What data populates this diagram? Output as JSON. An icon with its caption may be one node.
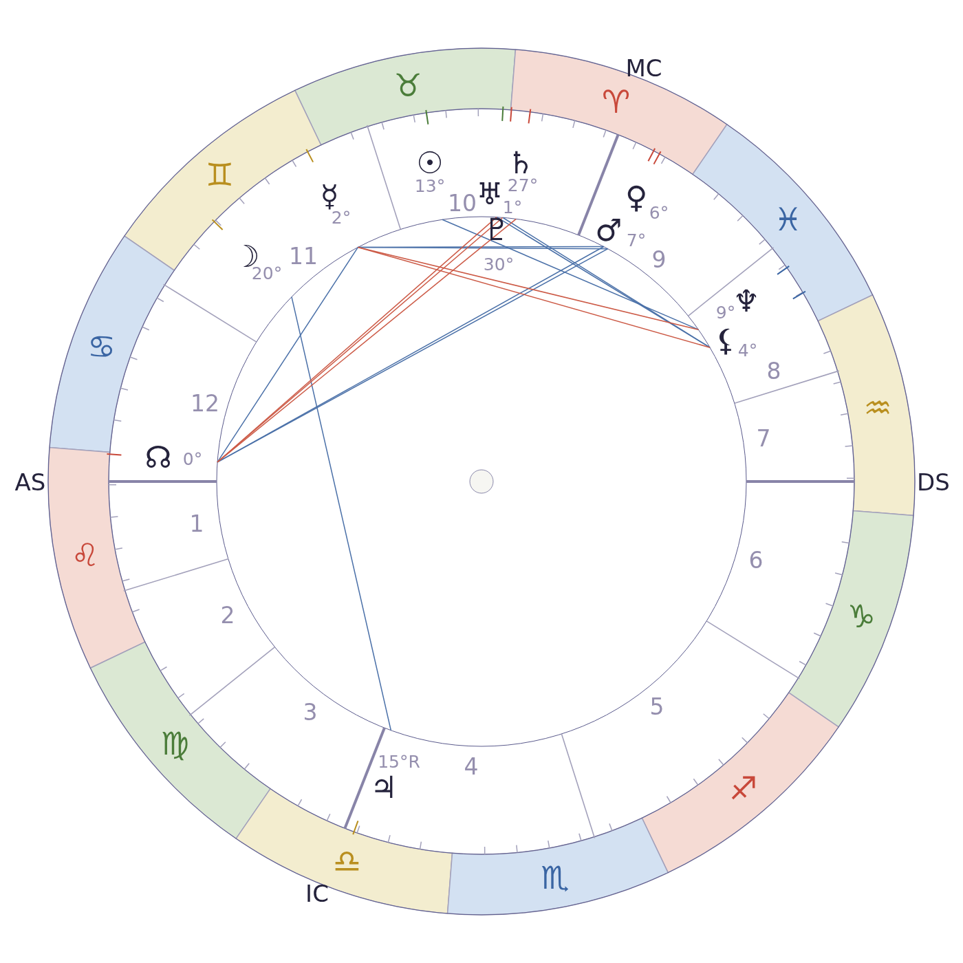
{
  "diagram": {
    "nodes": [
      {
        "text": [
          "♉"
        ]
      },
      {
        "text": [
          "♈"
        ]
      },
      {
        "text": [
          "♊"
        ]
      },
      {
        "text": [
          "♓"
        ]
      },
      {
        "text": [
          "♋"
        ]
      },
      {
        "text": [
          "♒"
        ]
      },
      {
        "text": [
          "♌"
        ]
      },
      {
        "text": [
          "♑"
        ]
      },
      {
        "text": [
          "♍"
        ]
      },
      {
        "text": [
          "♐"
        ]
      },
      {
        "text": [
          "♎"
        ]
      },
      {
        "text": [
          "♏"
        ]
      }
    ],
    "labels": [
      "MC",
      "☉",
      "13°",
      "♄",
      "27°",
      "☿",
      "2°",
      "10",
      "♅",
      "1°",
      "♀",
      "6°",
      "♂",
      "7°",
      "♇",
      "30°",
      "☽",
      "20°",
      "11",
      "9",
      "♆",
      "9°",
      "⚸",
      "4°",
      "8",
      "12",
      "☊",
      "0°",
      "7",
      "AS",
      "DS",
      "1",
      "6",
      "2",
      "5",
      "3",
      "15°R",
      "♃",
      "4",
      "IC"
    ]
  }
}
